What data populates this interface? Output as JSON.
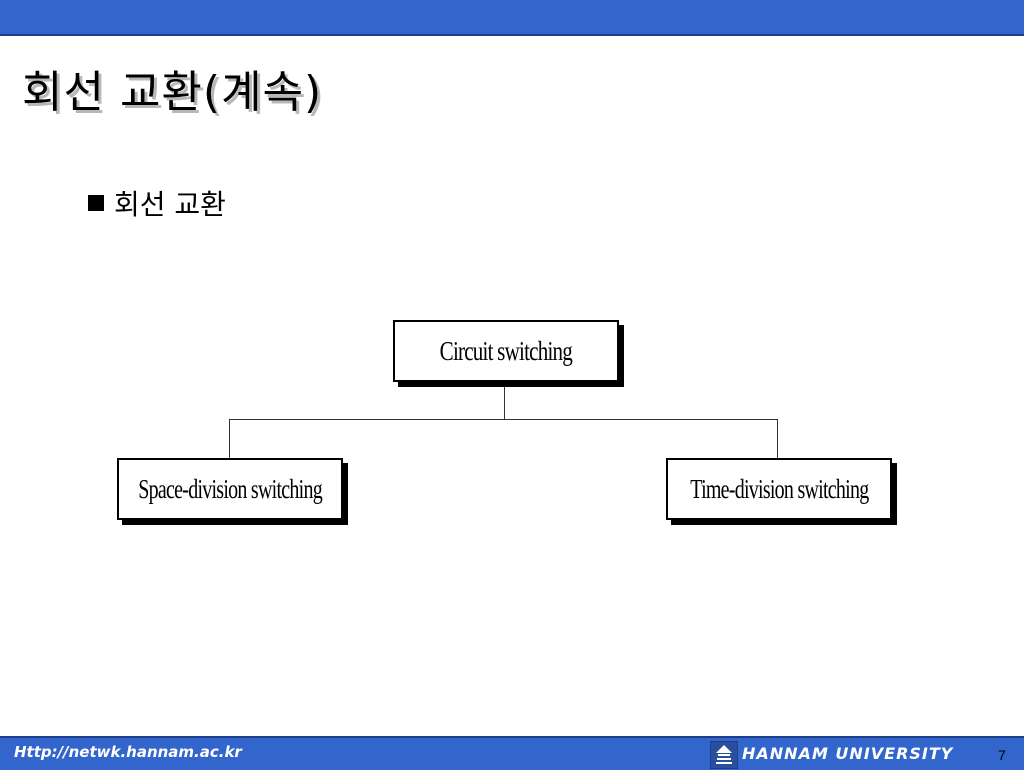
{
  "slide": {
    "title": "회선 교환(계속)",
    "bullet": "회선 교환"
  },
  "diagram": {
    "root": "Circuit switching",
    "children": [
      "Space-division switching",
      "Time-division switching"
    ]
  },
  "footer": {
    "url": "Http://netwk.hannam.ac.kr",
    "university": "HANNAM  UNIVERSITY",
    "page_number": "7"
  },
  "colors": {
    "bar": "#3366cc",
    "text": "#000000"
  }
}
